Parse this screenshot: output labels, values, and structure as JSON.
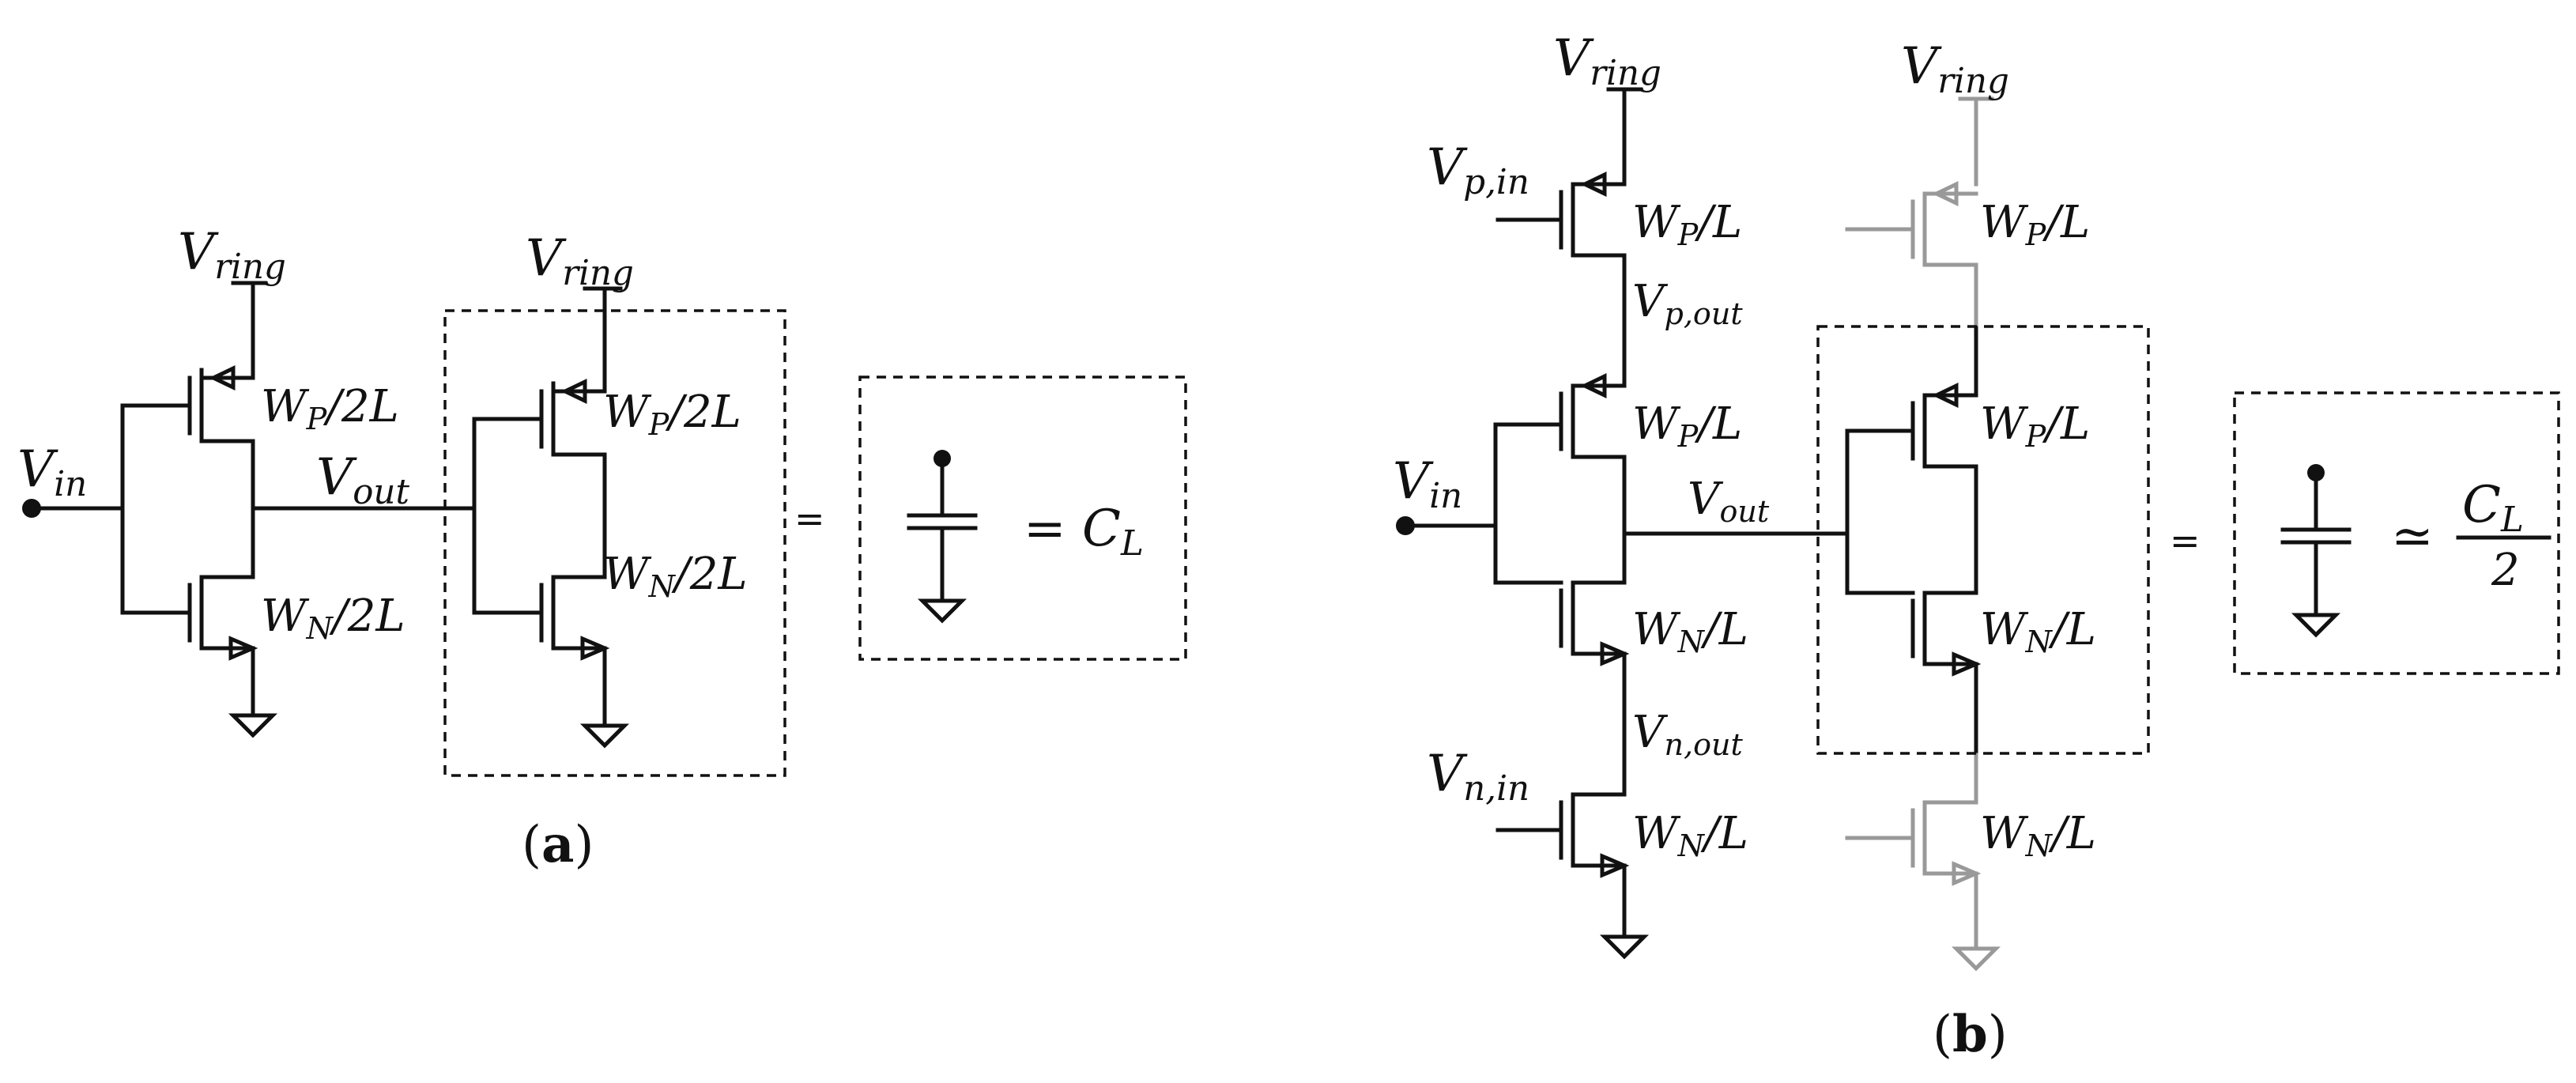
{
  "panel_a": {
    "caption_open": "(",
    "caption_letter": "a",
    "caption_close": ")",
    "vdd_left": {
      "main": "V",
      "sub": "ring"
    },
    "vdd_right": {
      "main": "V",
      "sub": "ring"
    },
    "vin": {
      "main": "V",
      "sub": "in"
    },
    "vout": {
      "main": "V",
      "sub": "out"
    },
    "pmos_left": {
      "main": "W",
      "sub": "P",
      "rest": "/2L"
    },
    "nmos_left": {
      "main": "W",
      "sub": "N",
      "rest": "/2L"
    },
    "pmos_right": {
      "main": "W",
      "sub": "P",
      "rest": "/2L"
    },
    "nmos_right": {
      "main": "W",
      "sub": "N",
      "rest": "/2L"
    },
    "equals_sign": "=",
    "load": {
      "prefix": "= C",
      "sub": "L"
    }
  },
  "panel_b": {
    "caption_open": "(",
    "caption_letter": "b",
    "caption_close": ")",
    "vdd_left": {
      "main": "V",
      "sub": "ring"
    },
    "vdd_right": {
      "main": "V",
      "sub": "ring"
    },
    "vpin": {
      "main": "V",
      "sub": "p,in"
    },
    "vpout": {
      "main": "V",
      "sub": "p,out"
    },
    "vin": {
      "main": "V",
      "sub": "in"
    },
    "vout": {
      "main": "V",
      "sub": "out"
    },
    "vnout": {
      "main": "V",
      "sub": "n,out"
    },
    "vnin": {
      "main": "V",
      "sub": "n,in"
    },
    "p_top": {
      "main": "W",
      "sub": "P",
      "rest": "/L"
    },
    "p_mid": {
      "main": "W",
      "sub": "P",
      "rest": "/L"
    },
    "n_mid": {
      "main": "W",
      "sub": "N",
      "rest": "/L"
    },
    "n_bot": {
      "main": "W",
      "sub": "N",
      "rest": "/L"
    },
    "p_top_r": {
      "main": "W",
      "sub": "P",
      "rest": "/L"
    },
    "p_mid_r": {
      "main": "W",
      "sub": "P",
      "rest": "/L"
    },
    "n_mid_r": {
      "main": "W",
      "sub": "N",
      "rest": "/L"
    },
    "n_bot_r": {
      "main": "W",
      "sub": "N",
      "rest": "/L"
    },
    "equals_sign": "=",
    "load": {
      "approx": "≃",
      "num_main": "C",
      "num_sub": "L",
      "den": "2"
    }
  },
  "colors": {
    "active": "#111111",
    "inactive": "#999999"
  }
}
